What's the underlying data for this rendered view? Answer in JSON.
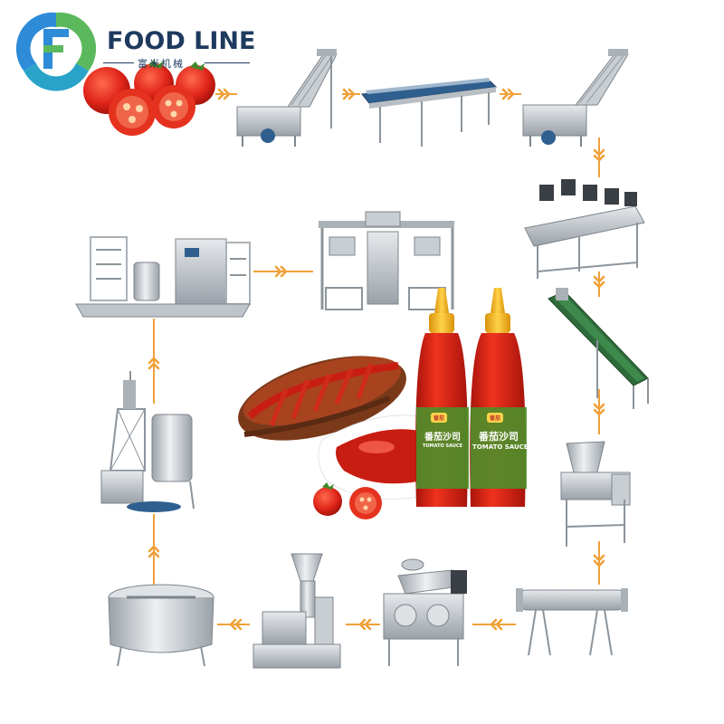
{
  "brand": {
    "name": "FOOD LINE",
    "subtitle": "富米机械",
    "logo_colors": [
      "#2e8bd8",
      "#5cb85c",
      "#1e3a5f"
    ]
  },
  "products": {
    "bottle_label_cn": "番茄沙司",
    "bottle_label_en": "TOMATO SAUCE",
    "bottle_chip": "番茄"
  },
  "flow": {
    "arrow_color": "#f0a13a",
    "arrow_style": "double-chevron",
    "steps": [
      "tomatoes",
      "bubble-washer-elevator",
      "sorting-conveyor",
      "second-washer-elevator",
      "air-dryer",
      "inclined-elevator",
      "crusher",
      "tube-preheater",
      "pulping-machine",
      "colloid-mill",
      "mixing-tank",
      "vacuum-evaporator",
      "uht-sterilizer",
      "aseptic-filler"
    ]
  },
  "colors": {
    "steel": "#c9ced3",
    "steel_dark": "#8c949b",
    "tomato_red": "#d9261c",
    "sauce_red": "#c81d12",
    "motor_blue": "#2f5f8f",
    "cap_yellow": "#f3b41b"
  }
}
